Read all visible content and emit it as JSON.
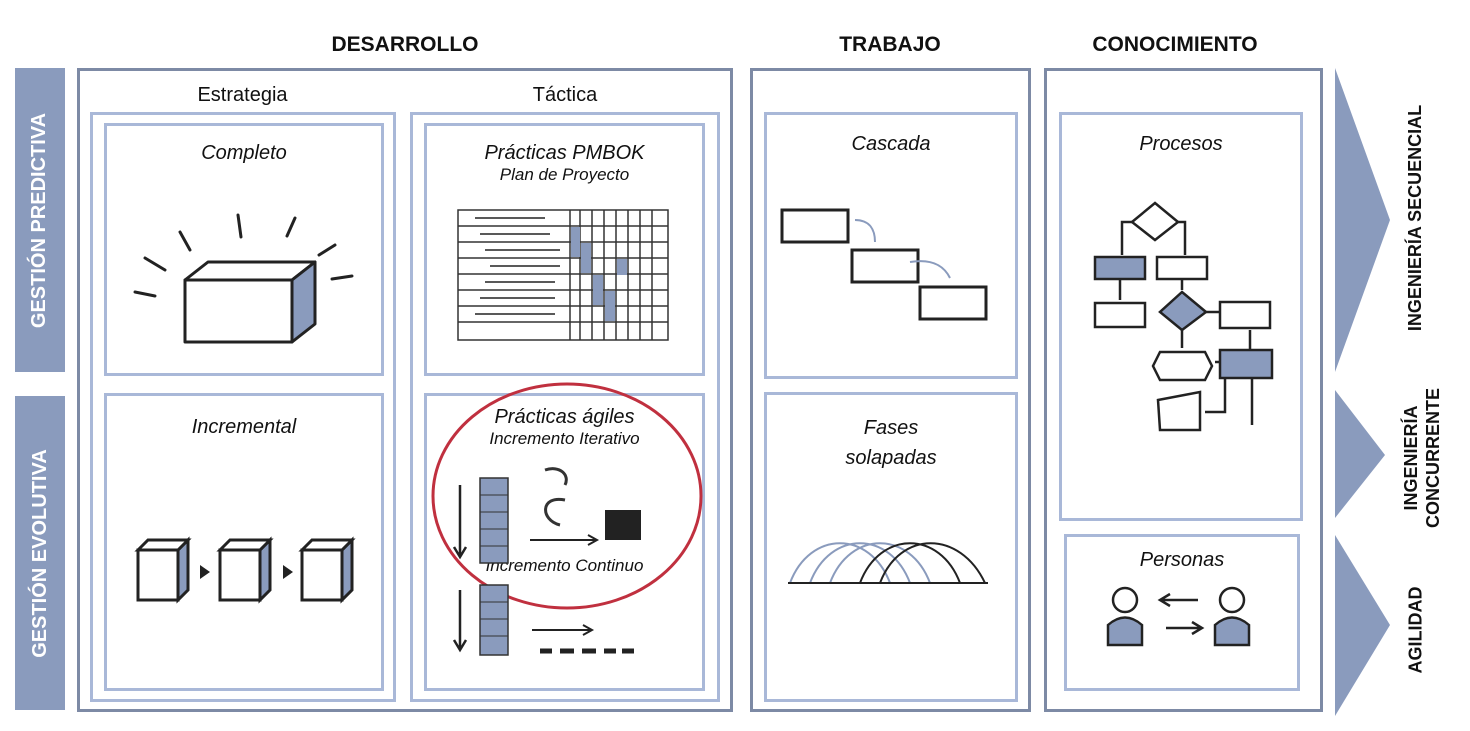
{
  "headers": {
    "desarrollo": "DESARROLLO",
    "trabajo": "TRABAJO",
    "conocimiento": "CONOCIMIENTO"
  },
  "rows": {
    "predictiva": "GESTIÓN PREDICTIVA",
    "evolutiva": "GESTIÓN EVOLUTIVA"
  },
  "columns": {
    "estrategia": "Estrategia",
    "tactica": "Táctica"
  },
  "cells": {
    "completo": "Completo",
    "pmbok": "Prácticas PMBOK",
    "pmbok_sub": "Plan de Proyecto",
    "incremental": "Incremental",
    "agiles": "Prácticas ágiles",
    "iterativo": "Incremento Iterativo",
    "continuo": "Incremento Continuo",
    "cascada": "Cascada",
    "fases_1": "Fases",
    "fases_2": "solapadas",
    "procesos": "Procesos",
    "personas": "Personas"
  },
  "side_labels": {
    "secuencial": "INGENIERÍA SECUENCIAL",
    "concurrente_1": "INGENIERÍA",
    "concurrente_2": "CONCURRENTE",
    "agilidad": "AGILIDAD"
  },
  "colors": {
    "accent": "#8a9bbd",
    "frame": "#7d8aa5",
    "inner": "#a9b8d8",
    "highlight": "#c0303f"
  }
}
